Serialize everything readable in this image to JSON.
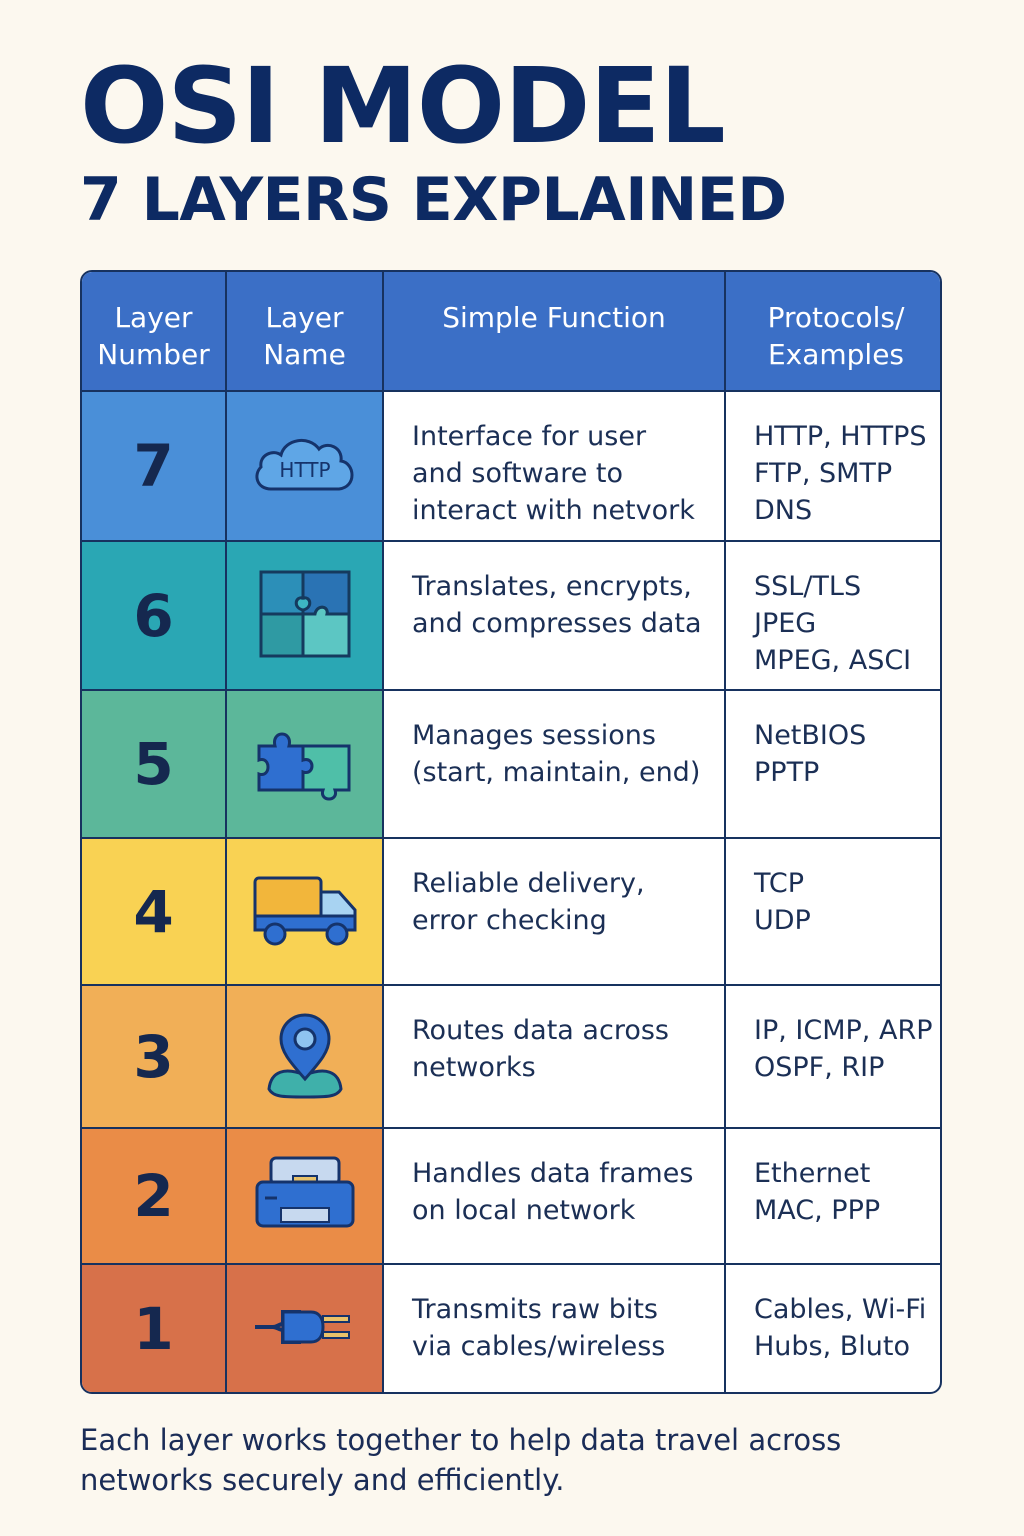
{
  "title": "OSI MODEL",
  "subtitle": "7 LAYERS EXPLAINED",
  "table": {
    "headers": {
      "layer_number": "Layer\nNumber",
      "layer_name": "Layer\nName",
      "function": "Simple Function",
      "protocols": "Protocols/\nExamples"
    },
    "rows": [
      {
        "number": "7",
        "icon": "cloud-http-icon",
        "icon_text": "HTTP",
        "color": "#4a8fd8",
        "function": "Interface for user\nand software to\ninteract with netvork",
        "protocols": "HTTP, HTTPS\nFTP, SMTP\nDNS"
      },
      {
        "number": "6",
        "icon": "puzzle-grid-icon",
        "color": "#2aa7b4",
        "function": "Translates, encrypts,\nand compresses data",
        "protocols": "SSL/TLS\nJPEG\nMPEG, ASCI"
      },
      {
        "number": "5",
        "icon": "puzzle-pieces-icon",
        "color": "#5cb79a",
        "function": "Manages sessions\n(start, maintain, end)",
        "protocols": "NetBIOS\nPPTP"
      },
      {
        "number": "4",
        "icon": "truck-icon",
        "color": "#f9d253",
        "function": "Reliable delivery,\nerror checking",
        "protocols": "TCP\nUDP"
      },
      {
        "number": "3",
        "icon": "location-pin-icon",
        "color": "#f1af57",
        "function": "Routes data across\nnetworks",
        "protocols": "IP, ICMP, ARP\nOSPF, RIP"
      },
      {
        "number": "2",
        "icon": "network-switch-icon",
        "color": "#ea8c47",
        "function": "Handles data frames\non local network",
        "protocols": "Ethernet\nMAC, PPP"
      },
      {
        "number": "1",
        "icon": "cable-plug-icon",
        "color": "#d7714a",
        "function": "Transmits raw bits\nvia cables/wireless",
        "protocols": "Cables, Wi-Fi\nHubs, Bluto"
      }
    ]
  },
  "footer": "Each layer works together to help data travel across networks securely and efficiently."
}
